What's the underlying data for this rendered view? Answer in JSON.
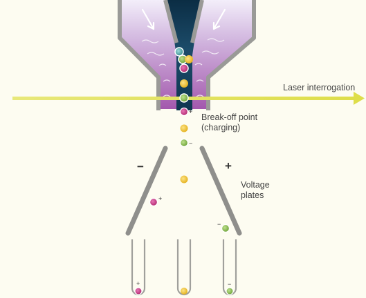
{
  "colors": {
    "background": "#fdfcf1",
    "laser_beam": "#e3e35a",
    "nozzle_wall": "#9a9a97",
    "sheath_fluid": "#b06ab4",
    "core_stream": "#0e3550",
    "plate": "#8f8f8c",
    "droplet_magenta": "#c0307f",
    "droplet_yellow": "#f2c534",
    "droplet_green": "#83b84a",
    "droplet_teal": "#4ba7a8"
  },
  "labels": {
    "laser": "Laser interrogation",
    "breakoff_line1": "Break-off point",
    "breakoff_line2": "(charging)",
    "voltage_line1": "Voltage",
    "voltage_line2": "plates"
  },
  "plate_signs": {
    "left": "−",
    "right": "+"
  },
  "droplet_charges": {
    "breakoff_magenta": "+",
    "breakoff_green": "−",
    "deflected_magenta": "+",
    "deflected_green": "−",
    "tube_left": "+",
    "tube_right": "−"
  }
}
